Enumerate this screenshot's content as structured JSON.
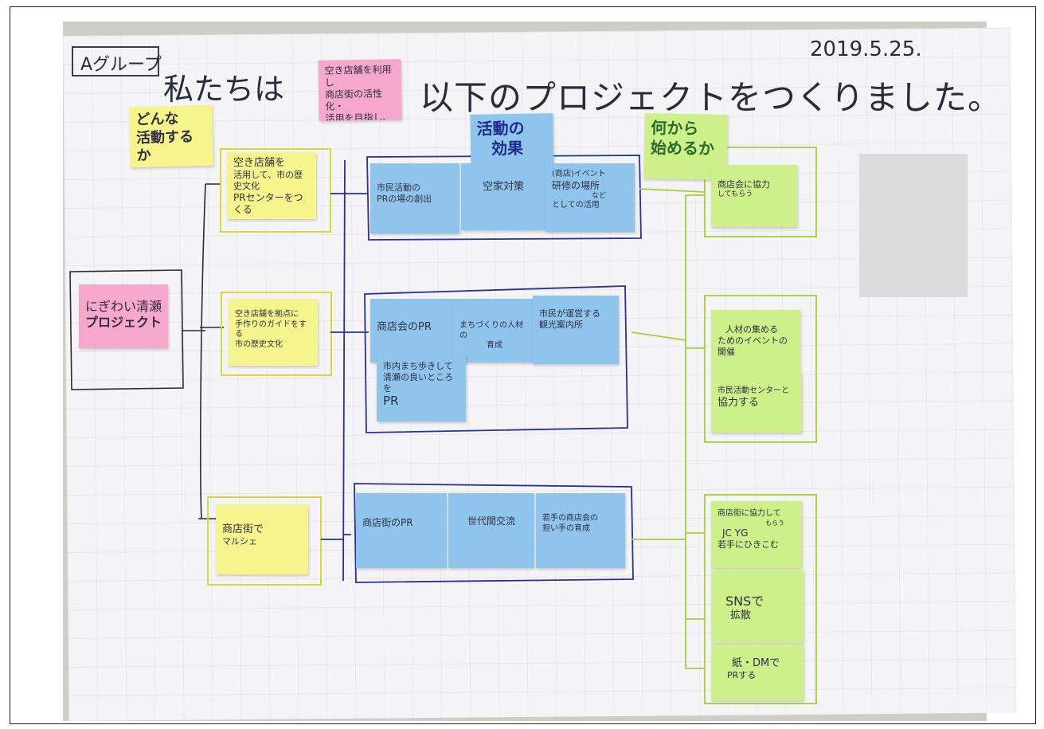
{
  "header": {
    "group_tag": "Aグループ",
    "we": "私たちは",
    "headline": "以下のプロジェクトをつくりました。",
    "date": "2019.5.25."
  },
  "pink_top": {
    "lines": [
      "空き店舗を利用し",
      "商店街の活性化・",
      "活用を目指し、"
    ]
  },
  "yellow_header": {
    "lines": [
      "どんな",
      "活動するか"
    ]
  },
  "blue_header": {
    "lines": [
      "活動の",
      "効果"
    ]
  },
  "green_header": {
    "lines": [
      "何から",
      "始めるか"
    ]
  },
  "project": {
    "lines": [
      "にぎわい清瀬",
      "プロジェクト"
    ]
  },
  "activities": [
    {
      "lines": [
        "空き店舗を",
        "活用して、市の歴史文化",
        "PRセンターをつくる"
      ]
    },
    {
      "lines": [
        "空き店舗を拠点に",
        "手作りのガイドをする",
        "市の歴史文化"
      ]
    },
    {
      "lines": [
        "商店街で",
        "マルシェ"
      ]
    }
  ],
  "effects": [
    {
      "lines": [
        "市民活動の",
        "PRの場の創出"
      ]
    },
    {
      "lines": [
        "空家対策"
      ]
    },
    {
      "lines": [
        "(商店)イベント",
        "研修の場所",
        "など",
        "としての活用"
      ]
    },
    {
      "lines": [
        "商店会のPR"
      ]
    },
    {
      "lines": [
        "まちづくりの人材の",
        "育成"
      ]
    },
    {
      "lines": [
        "市民が運営する",
        "観光案内所"
      ]
    },
    {
      "lines": [
        "市内まち歩きして",
        "清瀬の良いところを",
        "PR"
      ]
    },
    {
      "lines": [
        "商店街のPR"
      ]
    },
    {
      "lines": [
        "世代間交流"
      ]
    },
    {
      "lines": [
        "若手の商店会の",
        "担い手の育成"
      ]
    }
  ],
  "starts": [
    {
      "lines": [
        "商店会に協力",
        "してもらう"
      ]
    },
    {
      "lines": [
        "人材の集める",
        "ためのイベントの",
        "開催"
      ]
    },
    {
      "lines": [
        "市民活動センターと",
        "協力する"
      ]
    },
    {
      "lines": [
        "商店街に協力して",
        "もらう",
        "JC YG",
        "若手にひきこむ"
      ]
    },
    {
      "lines": [
        "SNSで",
        "拡散"
      ]
    },
    {
      "lines": [
        "紙・DMで",
        "PRする"
      ]
    }
  ],
  "colors": {
    "yellow_note": "#f6f48c",
    "pink_note": "#f5a8cc",
    "blue_note": "#8fc5ec",
    "green_note": "#cdf08a",
    "yellow_frame": "#d8d83a",
    "blue_frame": "#2a2f9a",
    "green_frame": "#a9cc3a"
  }
}
